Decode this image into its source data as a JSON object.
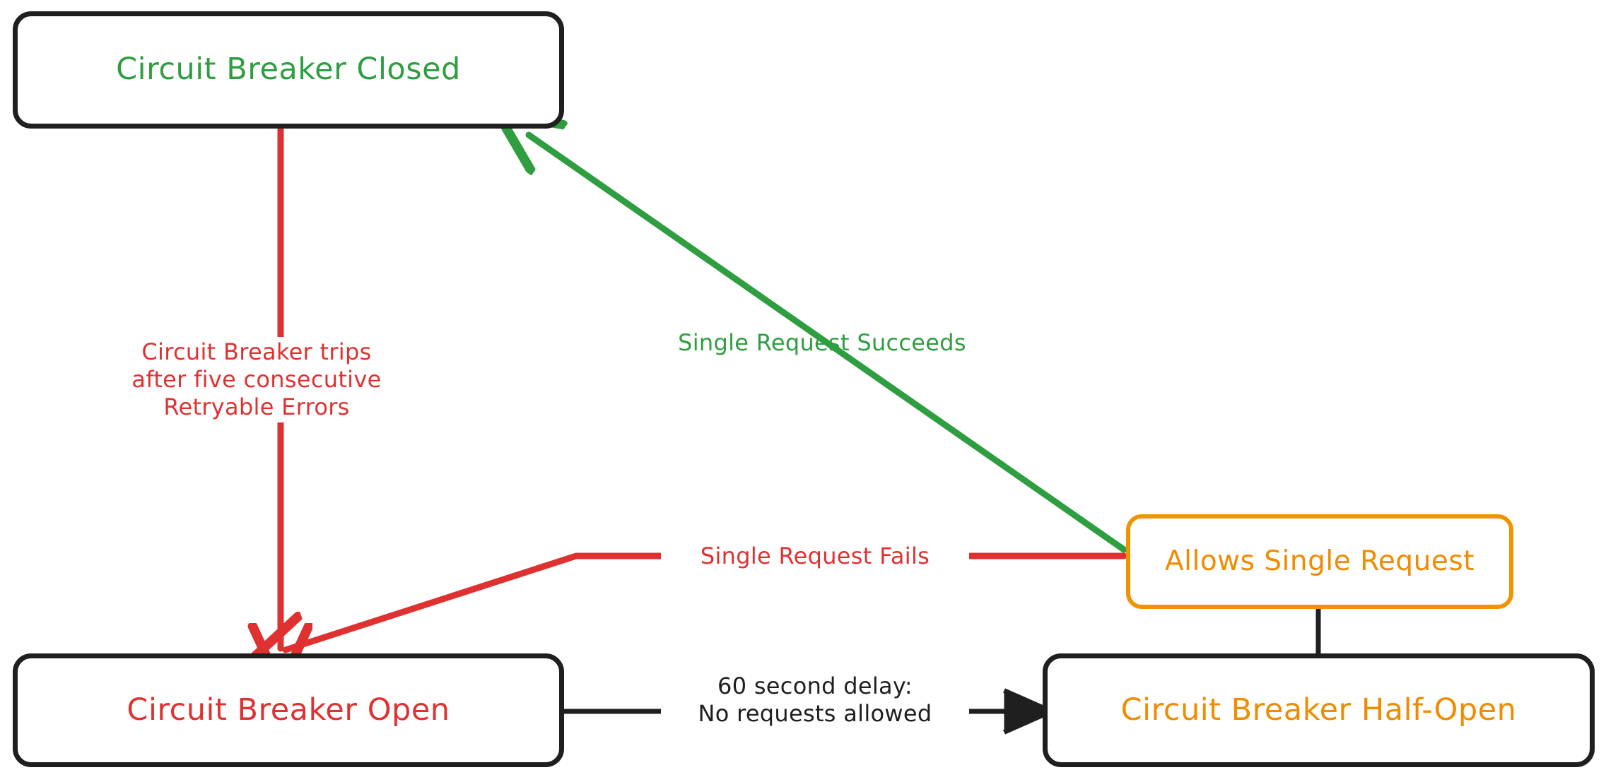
{
  "diagram": {
    "title": "Circuit Breaker State Diagram",
    "background": "#ffffff",
    "colors": {
      "green": "#2f9e41",
      "red": "#e03131",
      "orange": "#f08c00",
      "orange_border": "#ef9400",
      "black": "#1f1f1f"
    },
    "nodes": [
      {
        "id": "closed",
        "label": "Circuit Breaker Closed",
        "text_color": "#2f9e41",
        "border_color": "#1f1f1f"
      },
      {
        "id": "open",
        "label": "Circuit Breaker Open",
        "text_color": "#e03131",
        "border_color": "#1f1f1f"
      },
      {
        "id": "allows",
        "label": "Allows Single Request",
        "text_color": "#f08c00",
        "border_color": "#ef9400"
      },
      {
        "id": "half_open",
        "label": "Circuit Breaker Half-Open",
        "text_color": "#f08c00",
        "border_color": "#1f1f1f"
      }
    ],
    "edges": [
      {
        "id": "closed-to-open",
        "from": "closed",
        "to": "open",
        "label": "Circuit Breaker trips\nafter five consecutive\nRetryable Errors",
        "color": "#e03131"
      },
      {
        "id": "allows-to-closed",
        "from": "allows",
        "to": "closed",
        "label": "Single Request Succeeds",
        "color": "#2f9e41"
      },
      {
        "id": "allows-to-open",
        "from": "allows",
        "to": "open",
        "label": "Single Request Fails",
        "color": "#e03131"
      },
      {
        "id": "open-to-half-open",
        "from": "open",
        "to": "half_open",
        "label": "60 second delay:\nNo requests allowed",
        "color": "#1f1f1f"
      },
      {
        "id": "half-open-to-allows",
        "from": "half_open",
        "to": "allows",
        "label": "",
        "color": "#1f1f1f"
      }
    ]
  },
  "chart_data": {
    "type": "diagram",
    "title": "Circuit Breaker State Diagram",
    "states": [
      "Circuit Breaker Closed",
      "Circuit Breaker Open",
      "Circuit Breaker Half-Open",
      "Allows Single Request"
    ],
    "transitions": [
      {
        "from": "Circuit Breaker Closed",
        "to": "Circuit Breaker Open",
        "label": "Circuit Breaker trips after five consecutive Retryable Errors"
      },
      {
        "from": "Circuit Breaker Open",
        "to": "Circuit Breaker Half-Open",
        "label": "60 second delay: No requests allowed"
      },
      {
        "from": "Circuit Breaker Half-Open",
        "to": "Allows Single Request",
        "label": ""
      },
      {
        "from": "Allows Single Request",
        "to": "Circuit Breaker Closed",
        "label": "Single Request Succeeds"
      },
      {
        "from": "Allows Single Request",
        "to": "Circuit Breaker Open",
        "label": "Single Request Fails"
      }
    ]
  }
}
